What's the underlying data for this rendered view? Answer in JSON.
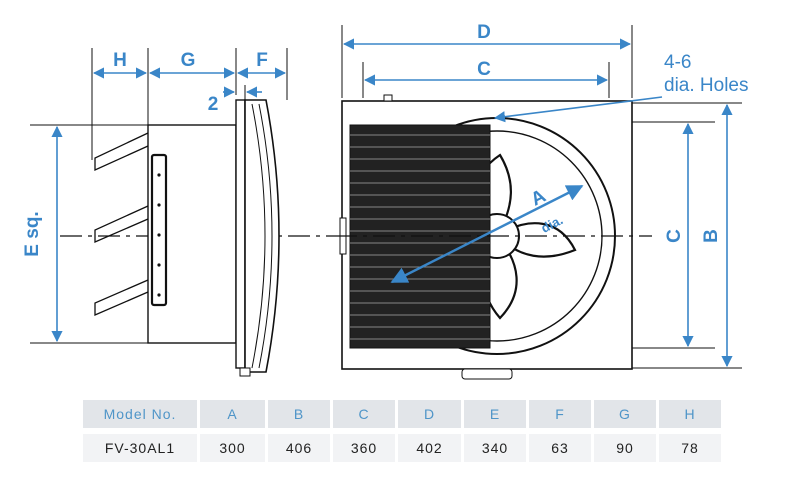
{
  "labels": {
    "H": "H",
    "G": "G",
    "F": "F",
    "two": "2",
    "D": "D",
    "C_top": "C",
    "holes_line1": "4-6",
    "holes_line2": "dia. Holes",
    "E": "E sq.",
    "C_right": "C",
    "B": "B",
    "A": "A",
    "dia": "dia."
  },
  "table": {
    "header": [
      "Model No.",
      "A",
      "B",
      "C",
      "D",
      "E",
      "F",
      "G",
      "H"
    ],
    "row": [
      "FV-30AL1",
      "300",
      "406",
      "360",
      "402",
      "340",
      "63",
      "90",
      "78"
    ]
  },
  "colors": {
    "dimension": "#3a86c8",
    "outline": "#111111",
    "table_header_bg": "#e2e5e9",
    "table_row_bg": "#f2f3f5"
  }
}
